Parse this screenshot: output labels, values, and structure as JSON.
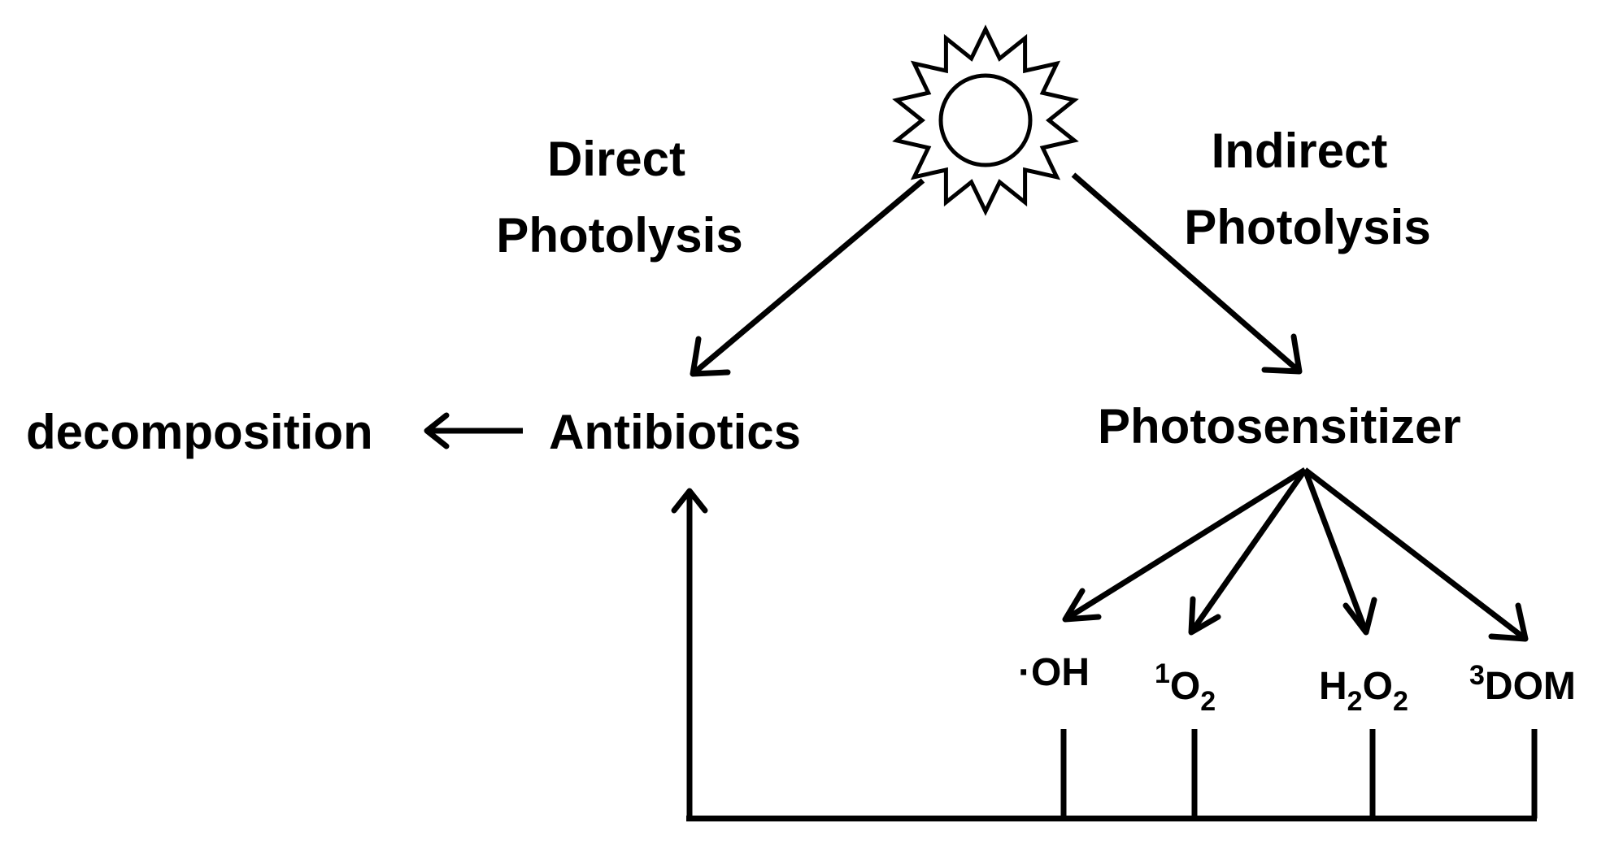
{
  "labels": {
    "direct_line1": "Direct",
    "direct_line2": "Photolysis",
    "indirect_line1": "Indirect",
    "indirect_line2": "Photolysis",
    "decomposition": "decomposition",
    "antibiotics": "Antibiotics",
    "photosensitizer": "Photosensitizer"
  },
  "species": {
    "oh": {
      "text": "·OH"
    },
    "singlet_oxygen": {
      "sup": "1",
      "base": "O",
      "sub": "2"
    },
    "hydrogen_peroxide": {
      "base1": "H",
      "sub1": "2",
      "base2": "O",
      "sub2": "2"
    },
    "triplet_dom": {
      "sup": "3",
      "base": "DOM"
    }
  },
  "icons": {
    "sun": "sun-icon"
  },
  "colors": {
    "ink": "#000000",
    "background": "#ffffff"
  }
}
